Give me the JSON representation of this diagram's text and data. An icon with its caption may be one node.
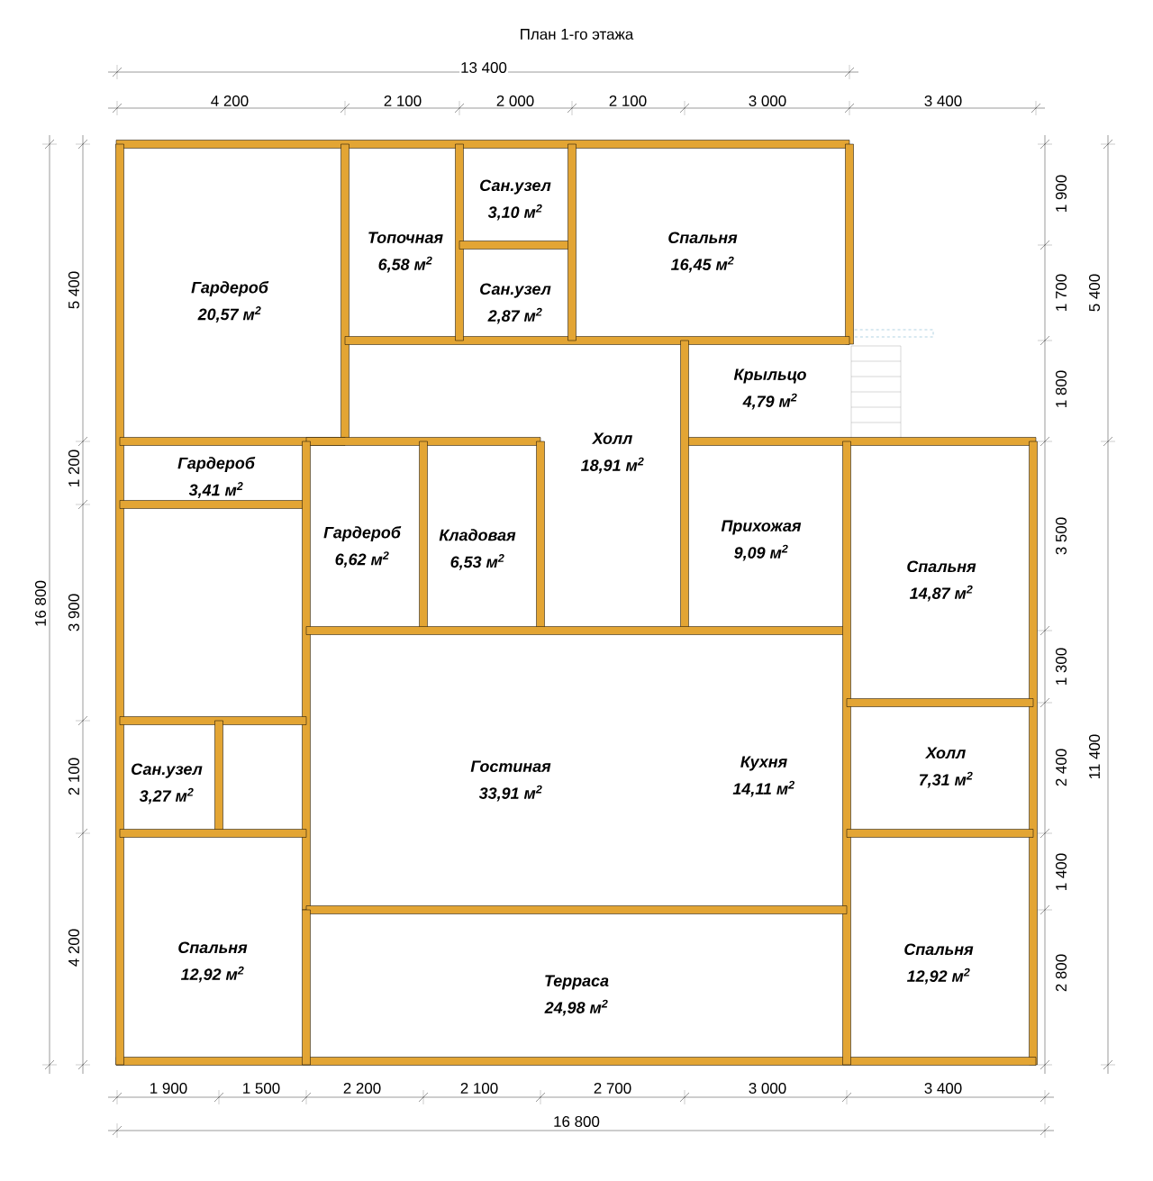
{
  "diagram": {
    "title": "План 1-го этажа",
    "nodes": [
      {
        "text": [
          "Гардероб",
          "20,57 м$^{2}$"
        ]
      },
      {
        "text": [
          "Топочная",
          "6,58 м$^{2}$"
        ]
      },
      {
        "text": [
          "Сан.узел",
          "3,10 м$^{2}$"
        ]
      },
      {
        "text": [
          "Сан.узел",
          "2,87 м$^{2}$"
        ]
      },
      {
        "text": [
          "Спальня",
          "16,45 м$^{2}$"
        ]
      },
      {
        "text": [
          "Холл",
          "18,91 м$^{2}$"
        ]
      },
      {
        "text": [
          "Крыльцо",
          "4,79 м$^{2}$"
        ]
      },
      {
        "text": [
          "Гардероб",
          "3,41 м$^{2}$"
        ]
      },
      {
        "text": [
          "Гардероб",
          "6,62 м$^{2}$"
        ]
      },
      {
        "text": [
          "Кладовая",
          "6,53 м$^{2}$"
        ]
      },
      {
        "text": [
          "Прихожая",
          "9,09 м$^{2}$"
        ]
      },
      {
        "text": [
          "Спальня",
          "14,87 м$^{2}$"
        ]
      },
      {
        "text": [
          "Сан.узел",
          "3,27 м$^{2}$"
        ]
      },
      {
        "text": [
          "Гостиная",
          "33,91 м$^{2}$"
        ]
      },
      {
        "text": [
          "Кухня",
          "14,11 м$^{2}$"
        ]
      },
      {
        "text": [
          "Холл",
          "7,31 м$^{2}$"
        ]
      },
      {
        "text": [
          "Спальня",
          "12,92 м$^{2}$"
        ]
      },
      {
        "text": [
          "Терраса",
          "24,98 м$^{2}$"
        ]
      },
      {
        "text": [
          "Спальня",
          "12,92 м$^{2}$"
        ]
      }
    ],
    "labels": [
      "13 400",
      "4 200",
      "2 100",
      "2 000",
      "2 100",
      "3 000",
      "3 400",
      "16 800",
      "5 400",
      "1 200",
      "3 900",
      "2 100",
      "4 200",
      "1 900",
      "1 700",
      "1 800",
      "3 500",
      "1 300",
      "2 400",
      "1 400",
      "2 800",
      "5 400",
      "11 400",
      "1 900",
      "1 500",
      "2 200",
      "2 100",
      "2 700",
      "3 000",
      "3 400",
      "16 800"
    ]
  }
}
